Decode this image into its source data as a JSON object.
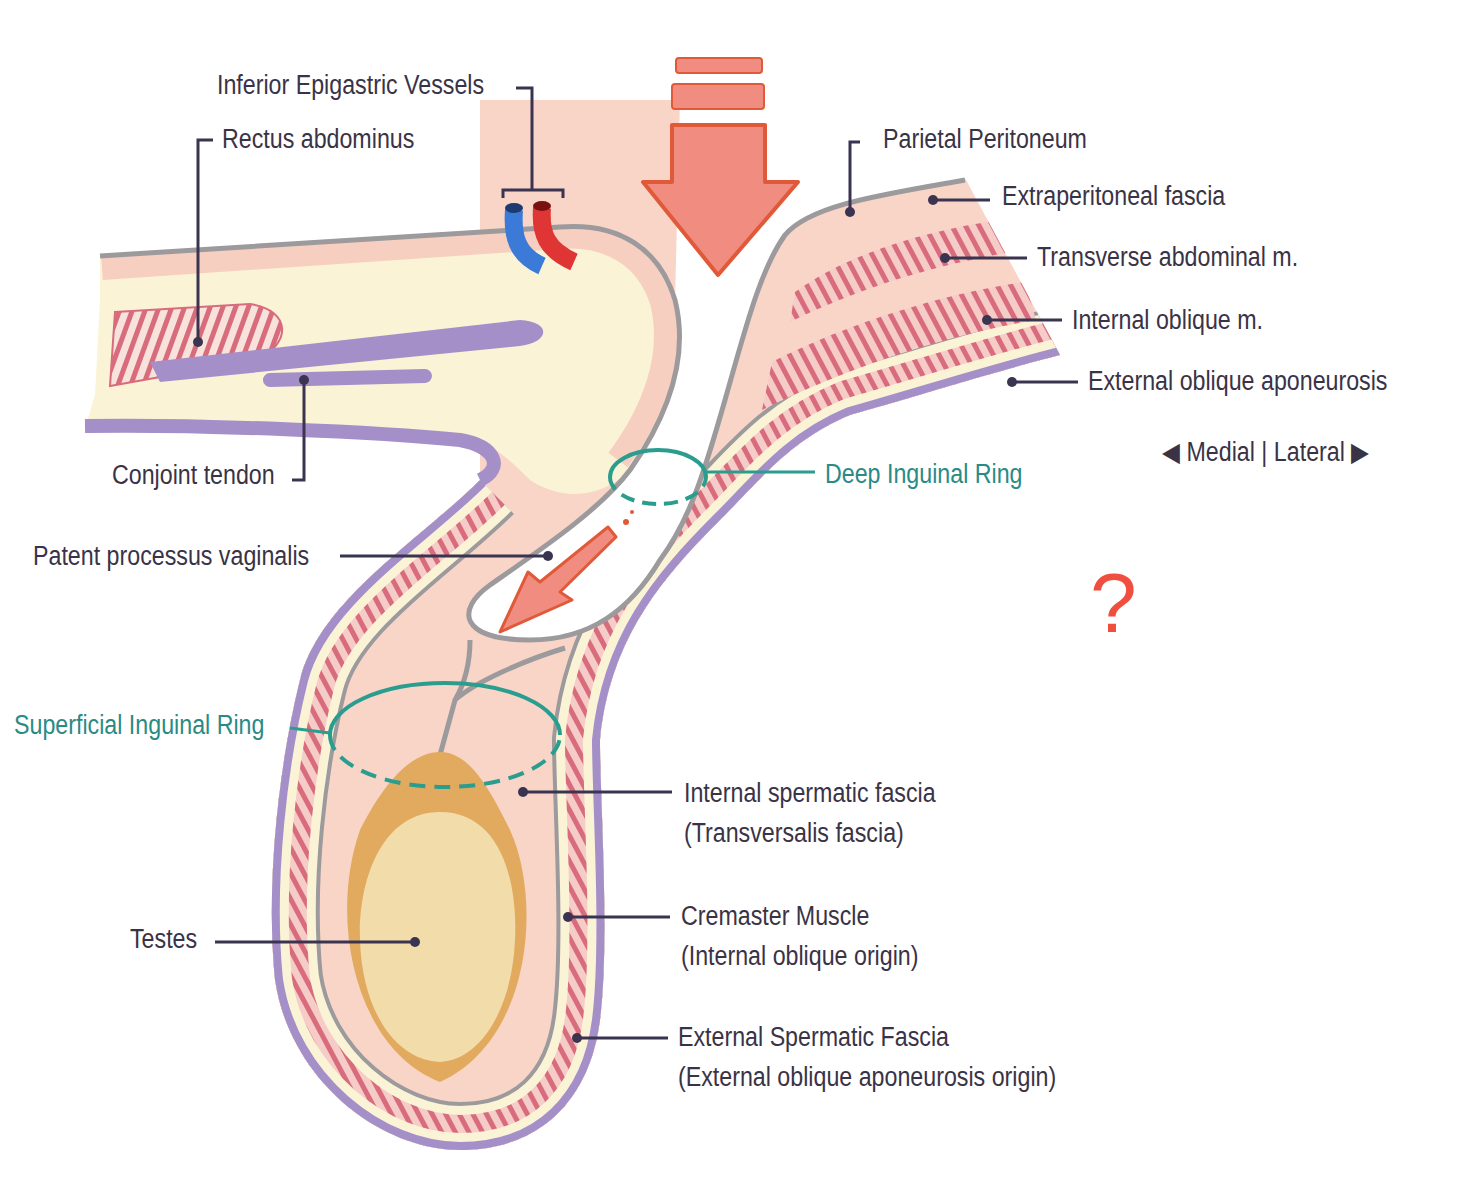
{
  "diagram": {
    "labels": [
      "Inferior Epigastric Vessels",
      "Rectus abdominus",
      "Parietal Peritoneum",
      "Extraperitoneal fascia",
      "Transverse abdominal m.",
      "Internal oblique m.",
      "External oblique aponeurosis",
      "◀ Medial | Lateral ▶",
      "Conjoint tendon",
      "Deep Inguinal Ring",
      "Patent processus vaginalis",
      "?",
      "Superficial Inguinal Ring",
      "Internal spermatic fascia",
      "(Transversalis fascia)",
      "Cremaster Muscle",
      "(Internal oblique origin)",
      "Testes",
      "External Spermatic Fascia",
      "(External oblique aponeurosis origin)"
    ]
  }
}
